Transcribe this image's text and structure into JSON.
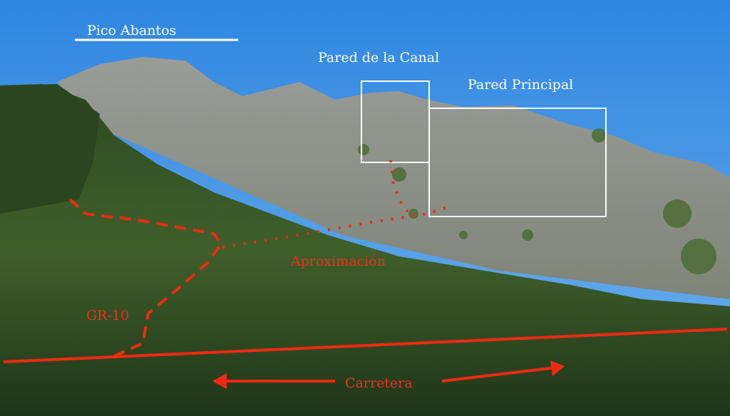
{
  "labels": {
    "peak": "Pico Abantos",
    "canal_wall": "Pared de la Canal",
    "main_wall": "Pared Principal",
    "approach": "Aproximación",
    "trail": "GR-10",
    "road": "Carretera"
  },
  "colors": {
    "annotation_red": "#f02a12",
    "annotation_white": "#ffffff",
    "sky": "#3d8fe0"
  }
}
